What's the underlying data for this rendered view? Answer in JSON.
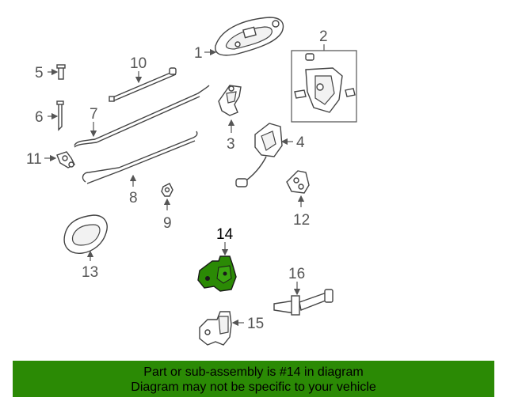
{
  "callouts": [
    "1",
    "2",
    "3",
    "4",
    "5",
    "6",
    "7",
    "8",
    "9",
    "10",
    "11",
    "12",
    "13",
    "14",
    "15",
    "16"
  ],
  "highlighted_part": "14",
  "banner": {
    "line1": "Part or sub-assembly is #14 in diagram",
    "line2": "Diagram may not be specific to your vehicle"
  },
  "colors": {
    "highlight_fill": "#2b8a05",
    "banner_bg": "#2b8a05",
    "line": "#444444"
  }
}
